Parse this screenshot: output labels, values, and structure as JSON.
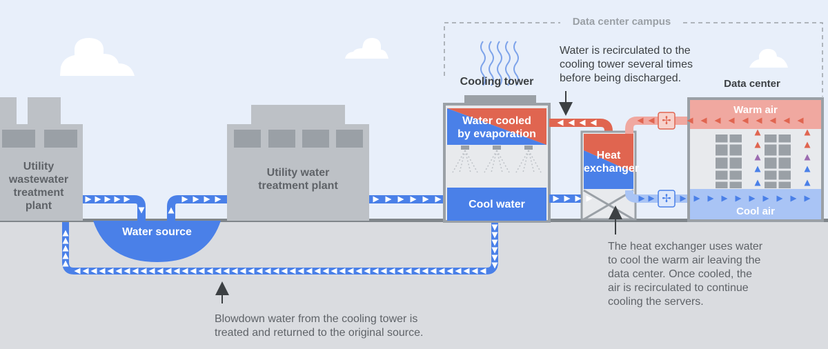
{
  "diagram": {
    "campus_label": "Data center campus",
    "buildings": {
      "wastewater_plant": "Utility wastewater treatment plant",
      "wastewater_plant_lines": [
        "Utility",
        "wastewater",
        "treatment",
        "plant"
      ],
      "water_plant_lines": [
        "Utility water",
        "treatment plant"
      ],
      "water_source": "Water source",
      "cooling_tower": "Cooling tower",
      "water_cooled_lines": [
        "Water cooled",
        "by evaporation"
      ],
      "cool_water": "Cool water",
      "heat_exchanger_lines": [
        "Heat",
        "exchanger"
      ],
      "data_center": "Data center",
      "warm_air": "Warm air",
      "cool_air": "Cool air"
    },
    "notes": {
      "recirculated_lines": [
        "Water is recirculated to the",
        "cooling tower several times",
        "before being discharged."
      ],
      "heat_exchanger_lines": [
        "The heat exchanger uses water",
        "to cool the warm air leaving the",
        "data center. Once cooled, the",
        "air is recirculated to continue",
        "cooling the servers."
      ],
      "blowdown_lines": [
        "Blowdown water from the cooling tower is",
        "treated and returned to the original source."
      ]
    },
    "colors": {
      "sky": "#e8effa",
      "ground": "#dadce0",
      "building": "#bdc1c6",
      "window": "#9aa0a6",
      "water_blue": "#4a80e8",
      "hot_red": "#e06550",
      "warm_pink": "#f0a8a0",
      "cool_air_blue": "#a9c4f5",
      "text_gray": "#5f6368"
    }
  }
}
